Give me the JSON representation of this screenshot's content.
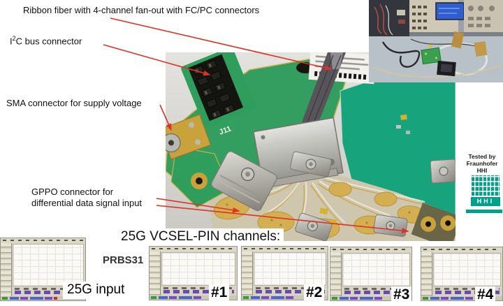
{
  "annotations": {
    "ribbon": "Ribbon fiber with 4-channel fan-out with FC/PC connectors",
    "i2c_pre": "I",
    "i2c_sup": "2",
    "i2c_post": "C bus connector",
    "sma": "SMA connector for supply voltage",
    "gppo_line1": "GPPO connector for",
    "gppo_line2": "differential data signal input",
    "channels_heading": "25G VCSEL-PIN channels:",
    "prbs": "PRBS31",
    "input_label": "25G input"
  },
  "board": {
    "silkscreen_j11": "J11"
  },
  "tested_by": {
    "line1": "Tested by",
    "line2": "Fraunhofer",
    "line3": "HHI",
    "logo_text": "HHI"
  },
  "channels": [
    {
      "label": "#1",
      "eye_colors": {
        "outer": "#f2c12e",
        "mid": "#e0701c",
        "inner": "#8a1e10"
      }
    },
    {
      "label": "#2",
      "eye_colors": {
        "outer": "#f0b62a",
        "mid": "#d84a18",
        "inner": "#742070"
      }
    },
    {
      "label": "#3",
      "eye_colors": {
        "outer": "#eeb62c",
        "mid": "#d04018",
        "inner": "#86204e"
      }
    },
    {
      "label": "#4",
      "eye_colors": {
        "outer": "#f2c22e",
        "mid": "#e08018",
        "inner": "#a03010"
      }
    }
  ],
  "input_scope": {
    "eye_colors": {
      "outer": "#eac83e",
      "mid": "#d89c14",
      "inner": "#b4780a"
    }
  },
  "colors": {
    "arrow": "#dd3226",
    "hhi_teal": "#00a18c",
    "pcb_green": "#2f9e5d",
    "pcb_teal": "#17a47c",
    "gold": "#c9a23c",
    "scope_bg": "#d8d4c2"
  }
}
